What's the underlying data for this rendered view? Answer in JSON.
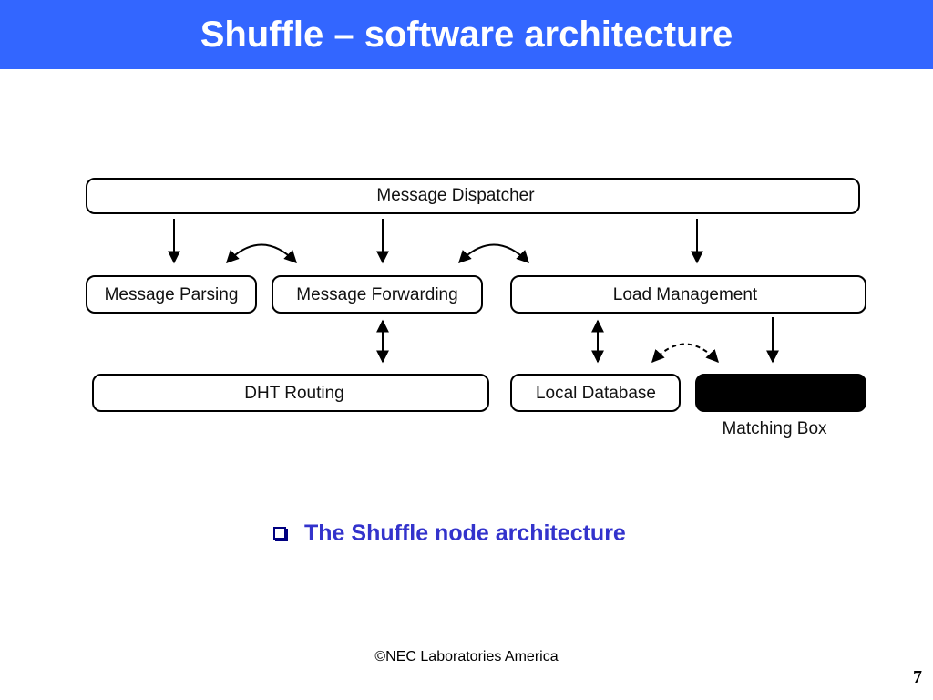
{
  "slide": {
    "title": "Shuffle – software architecture",
    "caption": "The Shuffle node architecture",
    "footer": "©NEC Laboratories America",
    "page_number": "7"
  },
  "diagram": {
    "nodes": {
      "message_dispatcher": "Message Dispatcher",
      "message_parsing": "Message Parsing",
      "message_forwarding": "Message Forwarding",
      "load_management": "Load Management",
      "dht_routing": "DHT Routing",
      "local_database": "Local Database",
      "matching_box": "Matching Box"
    },
    "edges": [
      {
        "from": "Message Dispatcher",
        "to": "Message Parsing",
        "style": "solid-one-way"
      },
      {
        "from": "Message Dispatcher",
        "to": "Message Forwarding",
        "style": "solid-one-way"
      },
      {
        "from": "Message Dispatcher",
        "to": "Load Management",
        "style": "solid-one-way"
      },
      {
        "from": "Message Parsing",
        "to": "Message Forwarding",
        "style": "solid-curved-two-way"
      },
      {
        "from": "Message Forwarding",
        "to": "Load Management",
        "style": "solid-curved-two-way"
      },
      {
        "from": "Message Forwarding",
        "to": "DHT Routing",
        "style": "solid-two-way"
      },
      {
        "from": "Load Management",
        "to": "Local Database",
        "style": "solid-two-way"
      },
      {
        "from": "Load Management",
        "to": "Matching Box",
        "style": "solid-one-way"
      },
      {
        "from": "Local Database",
        "to": "Matching Box",
        "style": "dashed-curved-two-way"
      }
    ]
  },
  "colors": {
    "title_bar": "#3366ff",
    "title_text": "#ffffff",
    "caption_text": "#3333cc",
    "bullet": "#000080",
    "node_stroke": "#000000",
    "matching_box_fill": "#000000"
  },
  "icons": {
    "caption_bullet": "hollow-square-bullet-icon"
  }
}
